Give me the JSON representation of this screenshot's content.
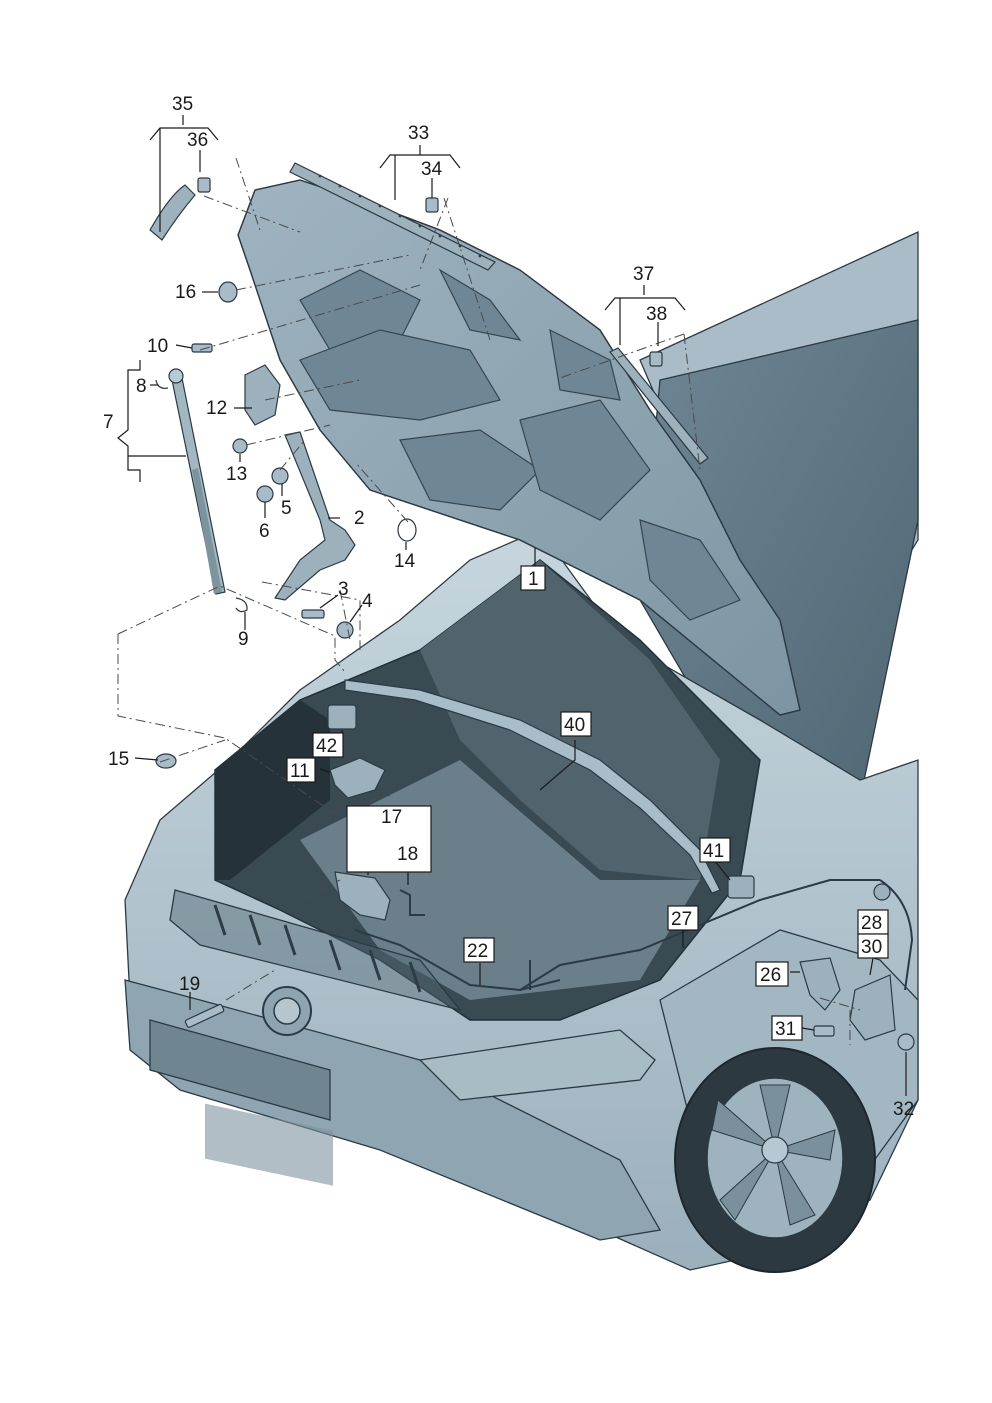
{
  "callouts": {
    "c1": "1",
    "c2": "2",
    "c3": "3",
    "c4": "4",
    "c5": "5",
    "c6": "6",
    "c7": "7",
    "c8": "8",
    "c9": "9",
    "c10": "10",
    "c11": "11",
    "c12": "12",
    "c13": "13",
    "c14": "14",
    "c15": "15",
    "c16": "16",
    "c17": "17",
    "c18": "18",
    "c19": "19",
    "c22": "22",
    "c26": "26",
    "c27": "27",
    "c28": "28",
    "c30": "30",
    "c31": "31",
    "c32": "32",
    "c33": "33",
    "c34": "34",
    "c35": "35",
    "c36": "36",
    "c37": "37",
    "c38": "38",
    "c40": "40",
    "c41": "41",
    "c42": "42"
  },
  "colors": {
    "body_light": "#b8cbd6",
    "body_mid": "#8ea6b3",
    "body_dark": "#5d7582",
    "glass": "#5c7380",
    "bay_dark": "#2f3d45",
    "rubber": "#3e4a52"
  }
}
